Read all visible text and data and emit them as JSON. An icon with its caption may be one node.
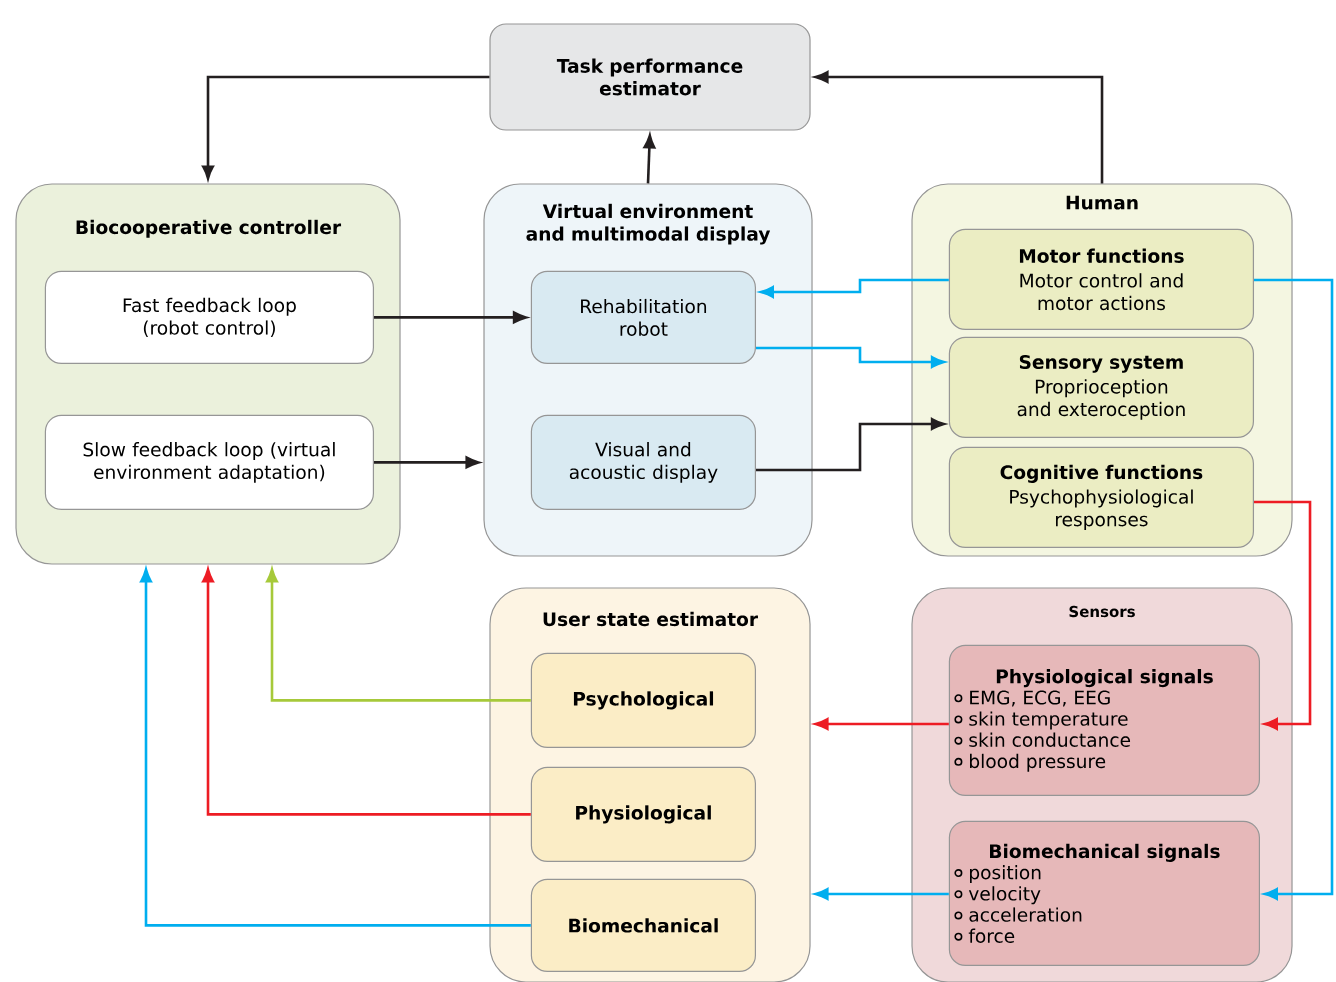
{
  "diagram": {
    "nodes": [
      {
        "text": [
          "Task performance estimator"
        ]
      },
      {
        "text": [
          "Biocooperative controller"
        ]
      },
      {
        "text": [
          "Fast feedback loop (robot control)"
        ],
        "in": 1
      },
      {
        "text": [
          "Slow feedback loop (virtual environment adaptation)"
        ],
        "in": 1
      },
      {
        "text": [
          "Virtual environment and multimodal display"
        ]
      },
      {
        "text": [
          "Rehabilitation robot"
        ],
        "in": 4
      },
      {
        "text": [
          "Visual and acoustic display"
        ],
        "in": 4
      },
      {
        "text": [
          "Human"
        ]
      },
      {
        "text": [
          "Motor functions",
          "Motor control and motor actions"
        ],
        "in": 7
      },
      {
        "text": [
          "Sensory system",
          "Proprioception and exteroception"
        ],
        "in": 7
      },
      {
        "text": [
          "Cognitive  functions",
          "Psychophysiological responses"
        ],
        "in": 7
      },
      {
        "text": [
          "User state estimator"
        ]
      },
      {
        "text": [
          "Psychological"
        ],
        "in": 11
      },
      {
        "text": [
          "Physiological"
        ],
        "in": 11
      },
      {
        "text": [
          "Biomechanical"
        ],
        "in": 11
      },
      {
        "text": [
          "Sensors"
        ]
      },
      {
        "text": [
          "Physiological signals",
          "EMG, ECG, EEG",
          "skin temperature",
          "skin conductance",
          "blood pressure"
        ],
        "in": 15
      },
      {
        "text": [
          "Biomechanical signals",
          "position",
          "velocity",
          "acceleration",
          "force"
        ],
        "in": 15
      }
    ],
    "edges": [
      {
        "from": 0,
        "to": 1,
        "arrow": "to"
      },
      {
        "from": 4,
        "to": 0,
        "arrow": "to"
      },
      {
        "from": 7,
        "to": 0,
        "arrow": "to"
      },
      {
        "from": 2,
        "to": 5,
        "arrow": "to"
      },
      {
        "from": 3,
        "to": 4,
        "arrow": "to"
      },
      {
        "from": 8,
        "to": 5,
        "arrow": "to",
        "color": "#00aeef"
      },
      {
        "from": 5,
        "to": 9,
        "arrow": "to",
        "color": "#00aeef"
      },
      {
        "from": 6,
        "to": 9,
        "arrow": "to"
      },
      {
        "from": 8,
        "to": 17,
        "arrow": "to",
        "color": "#00aeef"
      },
      {
        "from": 10,
        "to": 16,
        "arrow": "to",
        "color": "#ed1c24"
      },
      {
        "from": 16,
        "to": 11,
        "arrow": "to",
        "color": "#ed1c24"
      },
      {
        "from": 17,
        "to": 11,
        "arrow": "to",
        "color": "#00aeef"
      },
      {
        "from": 12,
        "to": 1,
        "arrow": "to",
        "color": "#a6c93a"
      },
      {
        "from": 13,
        "to": 1,
        "arrow": "to",
        "color": "#ed1c24"
      },
      {
        "from": 14,
        "to": 1,
        "arrow": "to",
        "color": "#00aeef"
      }
    ]
  }
}
